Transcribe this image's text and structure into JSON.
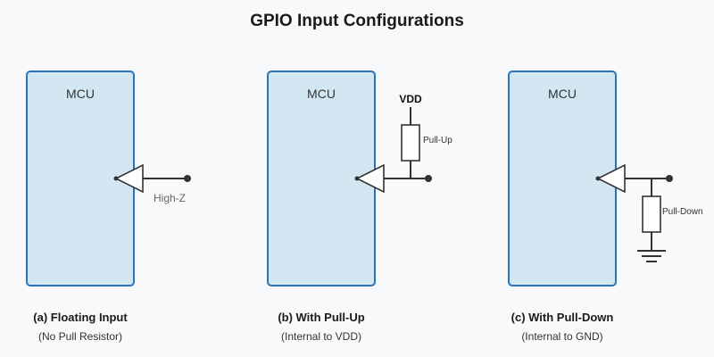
{
  "title": "GPIO Input Configurations",
  "panels": [
    {
      "mcu_label": "MCU",
      "caption": "(a) Floating Input",
      "subcaption": "(No Pull Resistor)",
      "pin_note": "High-Z"
    },
    {
      "mcu_label": "MCU",
      "caption": "(b) With Pull-Up",
      "subcaption": "(Internal to VDD)",
      "supply_label": "VDD",
      "resistor_label": "Pull-Up"
    },
    {
      "mcu_label": "MCU",
      "caption": "(c) With Pull-Down",
      "subcaption": "(Internal to GND)",
      "resistor_label": "Pull-Down",
      "ground_symbol": "ground-icon"
    }
  ],
  "colors": {
    "mcu_fill": "#d2e7f1",
    "mcu_border": "#2a73b6",
    "wire": "#333333",
    "background": "#f8f9fa"
  }
}
